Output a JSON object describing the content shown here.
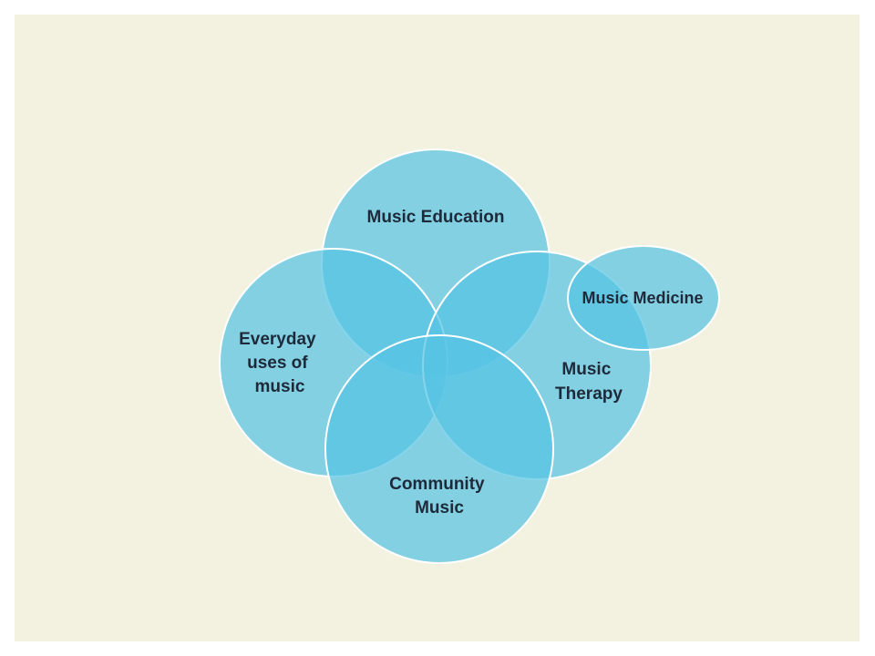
{
  "colors": {
    "background": "#f3f1df",
    "circle_fill": "#56c3e3",
    "circle_stroke": "#ffffff",
    "text": "#1e2a3a"
  },
  "diagram": {
    "type": "venn",
    "sets": [
      {
        "id": "education",
        "lines": [
          "Music Education"
        ]
      },
      {
        "id": "everyday",
        "lines": [
          "Everyday",
          "uses of",
          "music"
        ]
      },
      {
        "id": "therapy",
        "lines": [
          "Music",
          "Therapy"
        ]
      },
      {
        "id": "community",
        "lines": [
          "Community",
          "Music"
        ]
      },
      {
        "id": "medicine",
        "lines": [
          "Music Medicine"
        ]
      }
    ]
  }
}
